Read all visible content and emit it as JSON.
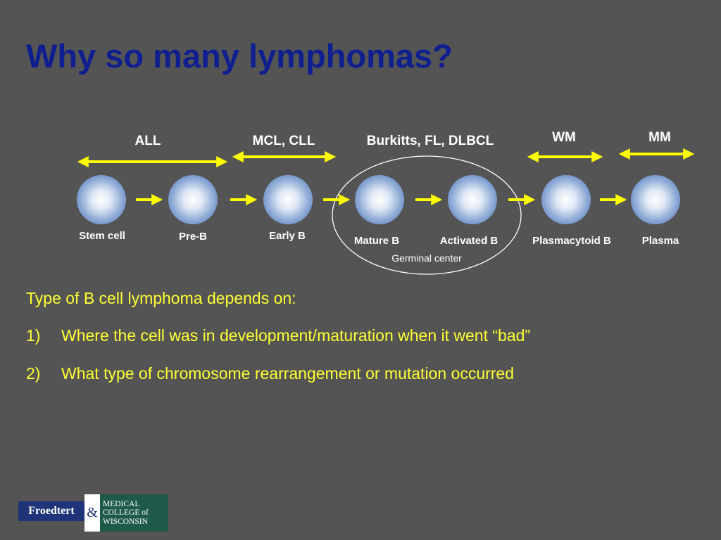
{
  "title": "Why so many lymphomas?",
  "diagram": {
    "cells": [
      {
        "name": "stem-cell",
        "label": "Stem cell"
      },
      {
        "name": "pre-b",
        "label": "Pre-B"
      },
      {
        "name": "early-b",
        "label": "Early B"
      },
      {
        "name": "mature-b",
        "label": "Mature B"
      },
      {
        "name": "activated-b",
        "label": "Activated B"
      },
      {
        "name": "plasmacytoid-b",
        "label": "Plasmacytoid B"
      },
      {
        "name": "plasma",
        "label": "Plasma"
      }
    ],
    "lymphoma_groups": [
      {
        "name": "all",
        "label": "ALL"
      },
      {
        "name": "mcl-cll",
        "label": "MCL, CLL"
      },
      {
        "name": "burkitts-fl-dlbcl",
        "label": "Burkitts, FL, DLBCL"
      },
      {
        "name": "wm",
        "label": "WM"
      },
      {
        "name": "mm",
        "label": "MM"
      }
    ],
    "germinal_center_label": "Germinal center",
    "colors": {
      "arrow": "#FFFF00",
      "title": "#0F1F8F",
      "text": "#FFFF33",
      "background": "#545454"
    }
  },
  "body": {
    "intro": "Type of B cell lymphoma depends on:",
    "items": [
      {
        "number": "1)",
        "text": "Where the cell was in development/maturation when it went “bad”"
      },
      {
        "number": "2)",
        "text": "What type of chromosome rearrangement or mutation occurred"
      }
    ]
  },
  "logo": {
    "froedtert": "Froedtert",
    "ampersand": "&",
    "mcw_line1": "MEDICAL",
    "mcw_line2": "COLLEGE of",
    "mcw_line3": "WISCONSIN"
  }
}
